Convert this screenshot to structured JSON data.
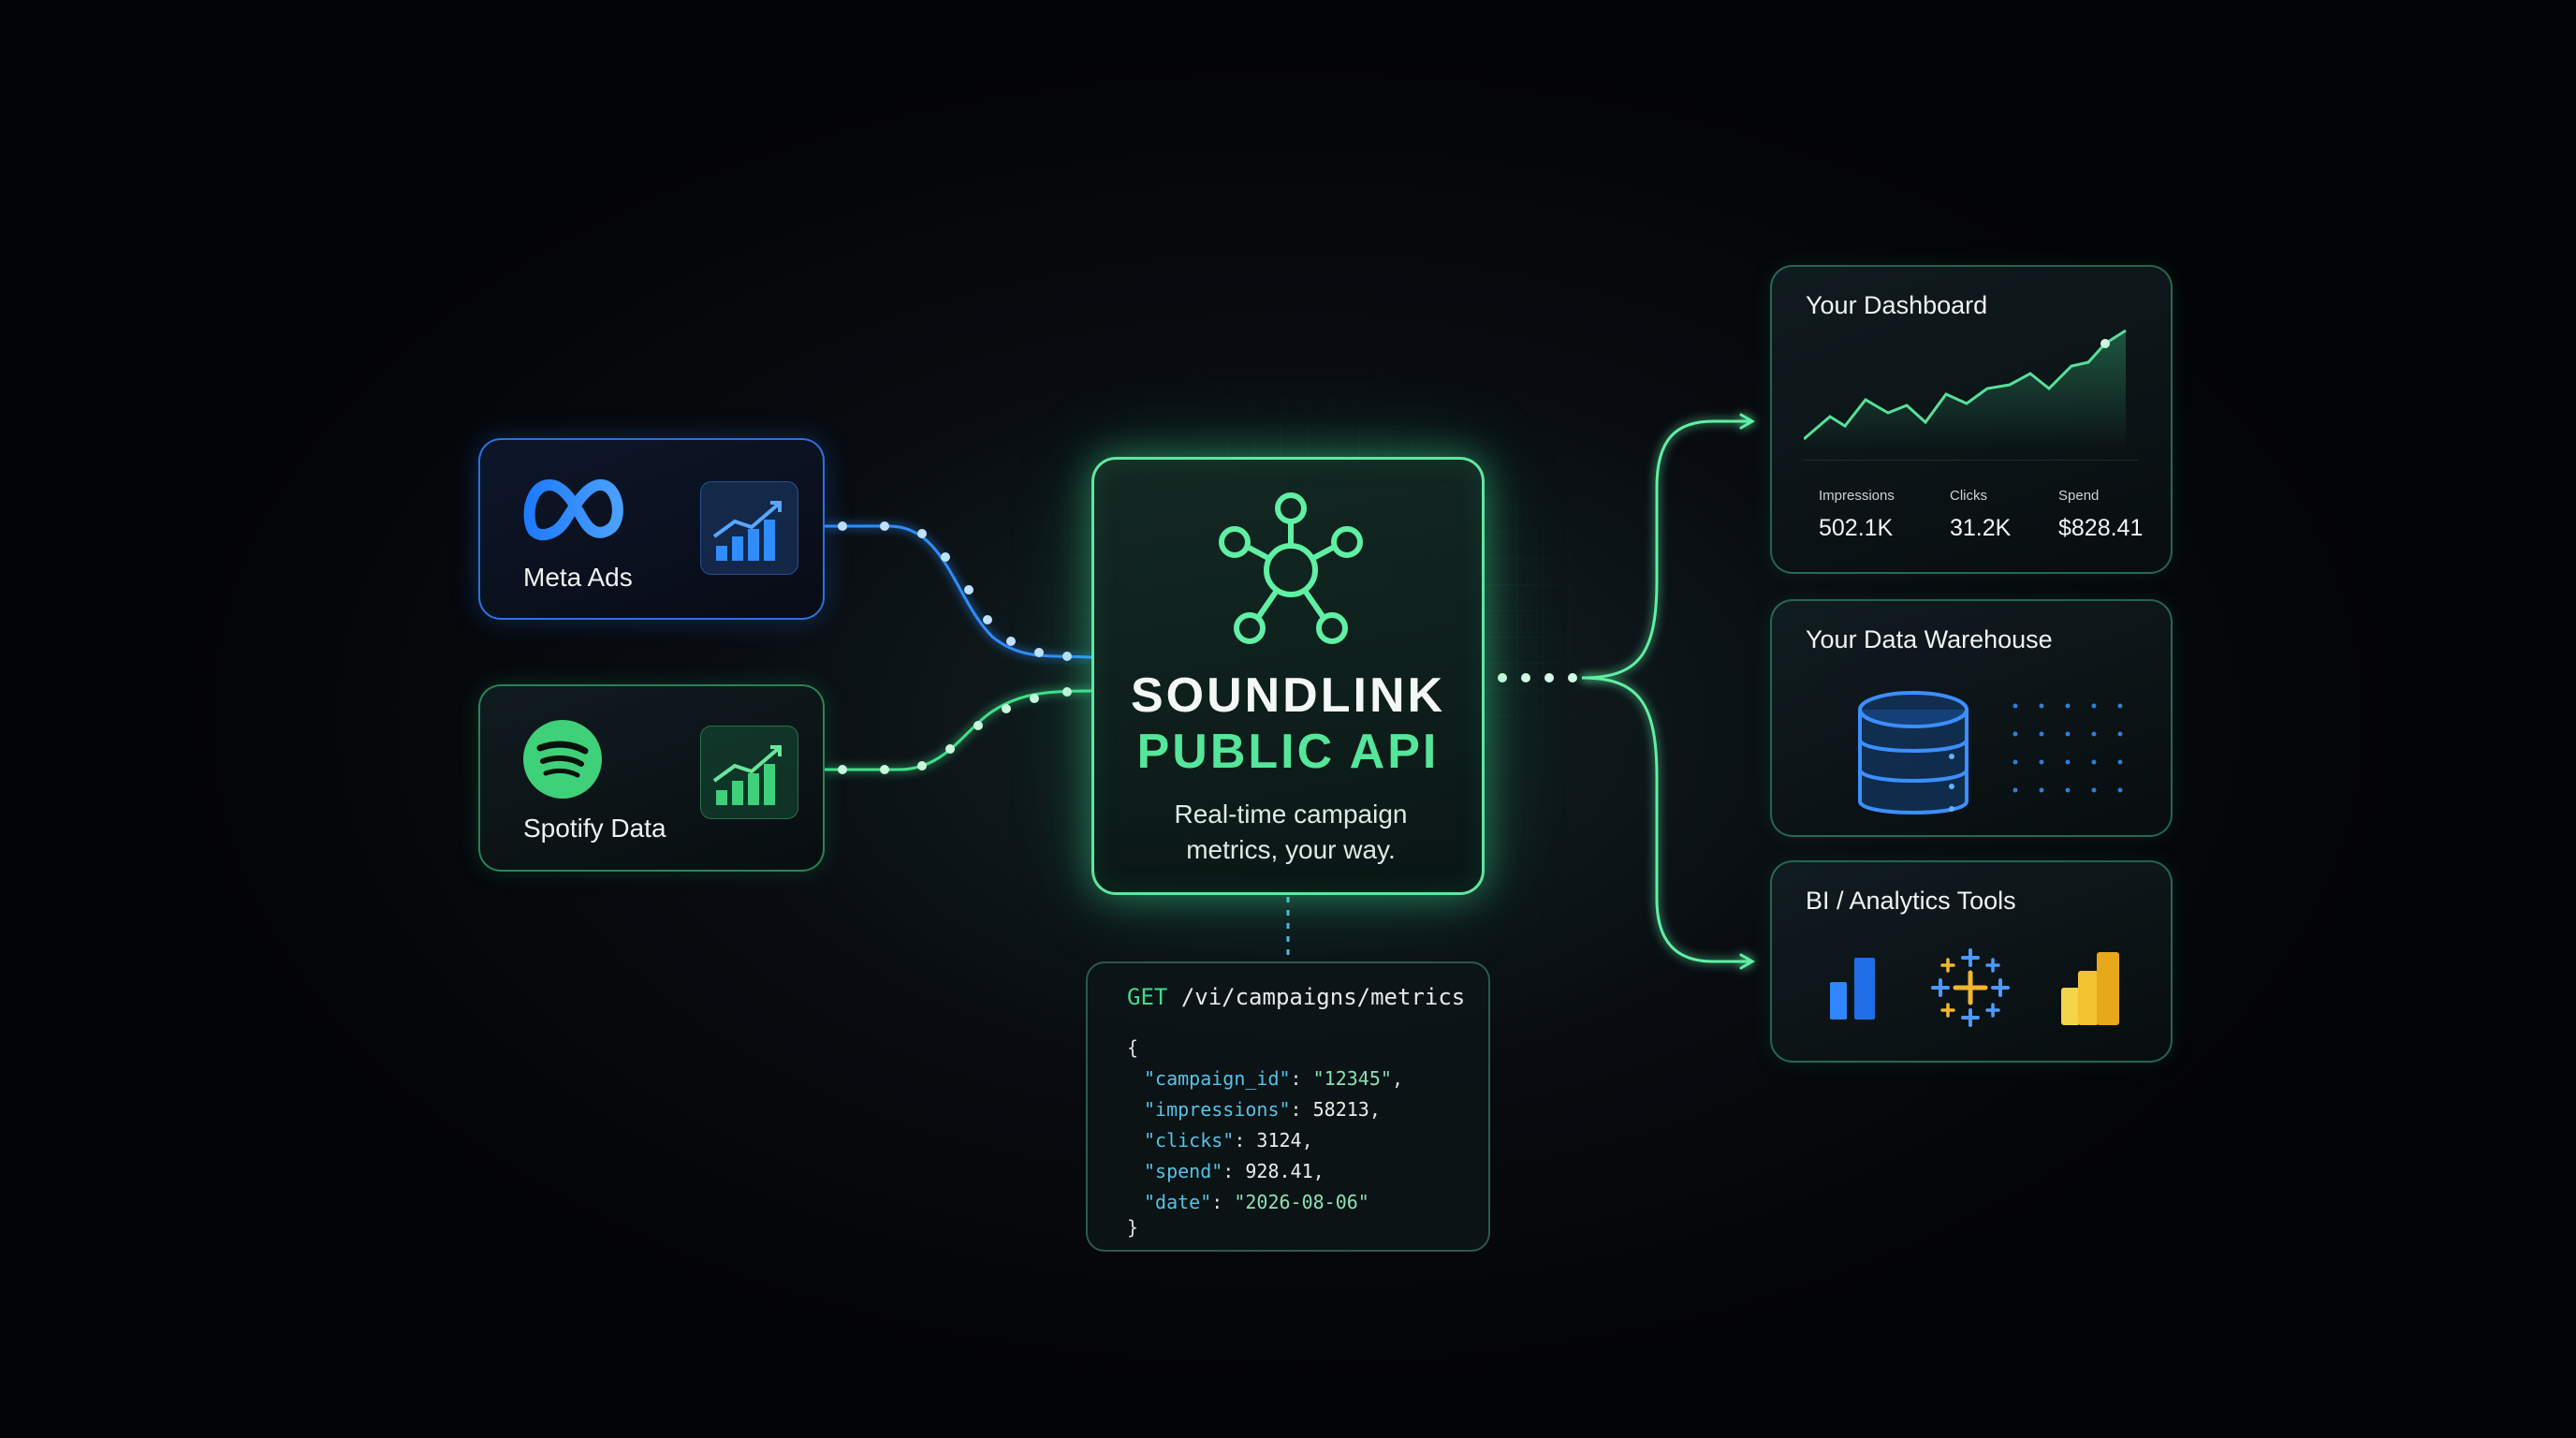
{
  "sources": {
    "meta": {
      "label": "Meta Ads",
      "logo_icon": "meta-infinity-icon",
      "chart_icon": "bar-chart-trend-icon",
      "accent": "#2f7dff"
    },
    "spotify": {
      "label": "Spotify Data",
      "logo_icon": "spotify-icon",
      "chart_icon": "bar-chart-trend-icon",
      "accent": "#3fd07a"
    }
  },
  "api": {
    "hub_icon": "network-hub-icon",
    "title": "SOUNDLINK",
    "subtitle": "PUBLIC API",
    "description": "Real-time campaign metrics, your way.",
    "accent": "#54e69a"
  },
  "code": {
    "method": "GET",
    "path": "/vi/campaigns/metrics",
    "open_brace": "{",
    "close_brace": "}",
    "fields": [
      {
        "key": "\"campaign_id\"",
        "value": "\"12345\"",
        "sep": ",",
        "is_string": true
      },
      {
        "key": "\"impressions\"",
        "value": "58213",
        "sep": ",",
        "is_string": false
      },
      {
        "key": "\"clicks\"",
        "value": "3124",
        "sep": ",",
        "is_string": false
      },
      {
        "key": "\"spend\"",
        "value": "928.41",
        "sep": ",",
        "is_string": false
      },
      {
        "key": "\"date\"",
        "value": "\"2026-08-06\"",
        "sep": "",
        "is_string": true
      }
    ]
  },
  "destinations": {
    "dashboard": {
      "title": "Your Dashboard",
      "stats": [
        {
          "label": "Impressions",
          "value": "502.1K"
        },
        {
          "label": "Clicks",
          "value": "31.2K"
        },
        {
          "label": "Spend",
          "value": "$828.41"
        }
      ]
    },
    "warehouse": {
      "title": "Your Data Warehouse",
      "icon": "database-icon"
    },
    "bi": {
      "title": "BI / Analytics Tools",
      "icons": [
        "bar-chart-tool-icon",
        "tableau-cross-icon",
        "power-bi-icon"
      ]
    }
  }
}
